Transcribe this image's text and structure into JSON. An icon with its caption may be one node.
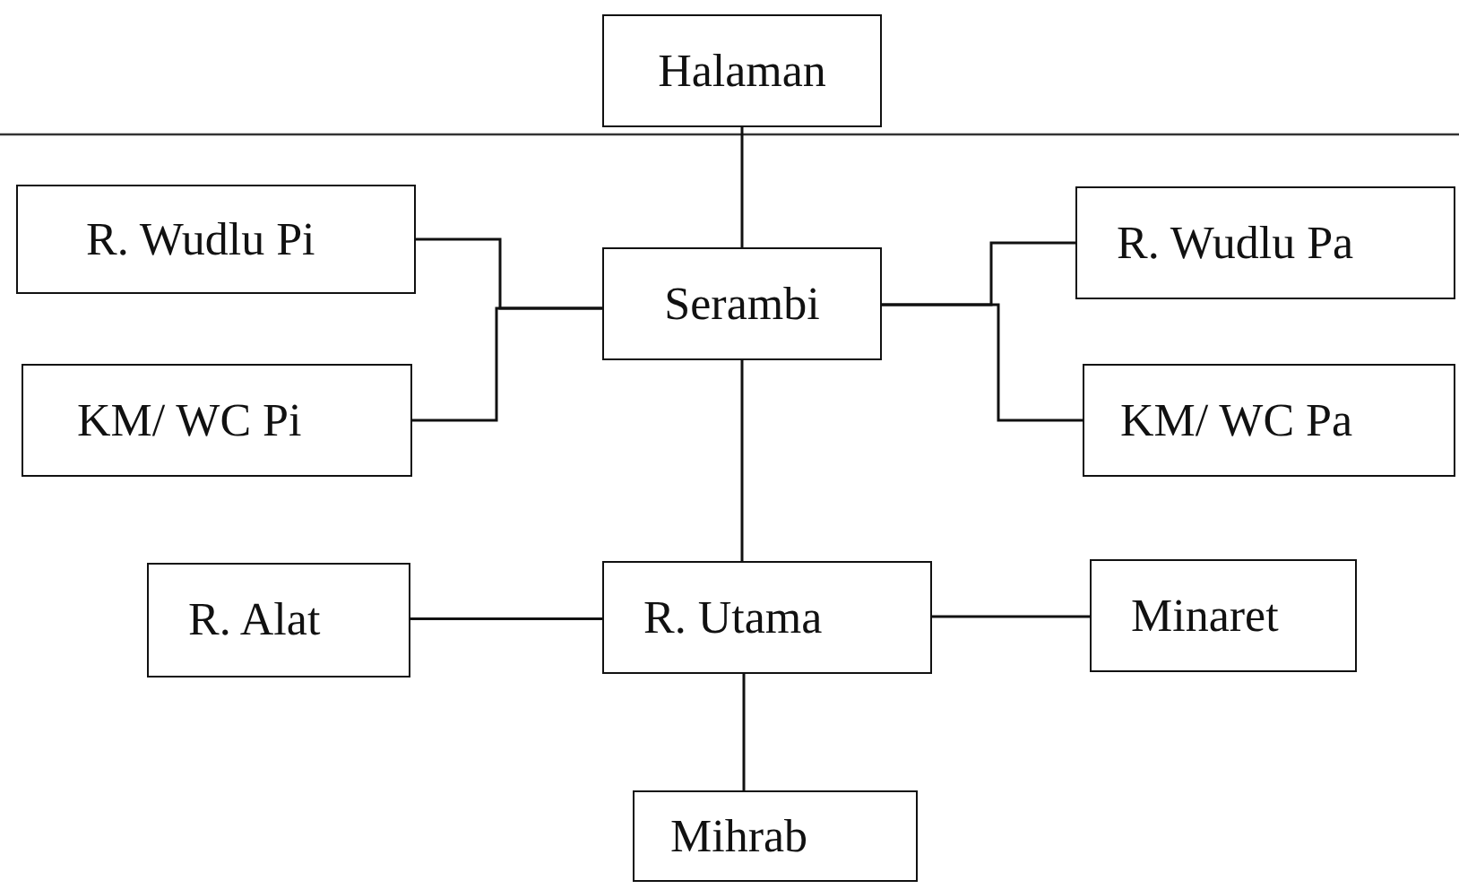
{
  "diagram": {
    "nodes": [
      {
        "text": [
          "Halaman"
        ]
      },
      {
        "text": [
          "R. Wudlu Pi"
        ]
      },
      {
        "text": [
          "Serambi"
        ]
      },
      {
        "text": [
          "R. Wudlu Pa"
        ]
      },
      {
        "text": [
          "KM/ WC Pi"
        ]
      },
      {
        "text": [
          "KM/ WC Pa"
        ]
      },
      {
        "text": [
          "R. Alat"
        ]
      },
      {
        "text": [
          "R. Utama"
        ]
      },
      {
        "text": [
          "Minaret"
        ]
      },
      {
        "text": [
          "Mihrab"
        ]
      }
    ],
    "edges": [
      {
        "from": 0,
        "to": 2,
        "arrow": "none"
      },
      {
        "from": 1,
        "to": 2,
        "arrow": "none"
      },
      {
        "from": 4,
        "to": 2,
        "arrow": "none"
      },
      {
        "from": 2,
        "to": 3,
        "arrow": "none"
      },
      {
        "from": 2,
        "to": 5,
        "arrow": "none"
      },
      {
        "from": 2,
        "to": 7,
        "arrow": "none"
      },
      {
        "from": 6,
        "to": 7,
        "arrow": "none"
      },
      {
        "from": 7,
        "to": 8,
        "arrow": "none"
      },
      {
        "from": 7,
        "to": 9,
        "arrow": "none"
      }
    ]
  }
}
